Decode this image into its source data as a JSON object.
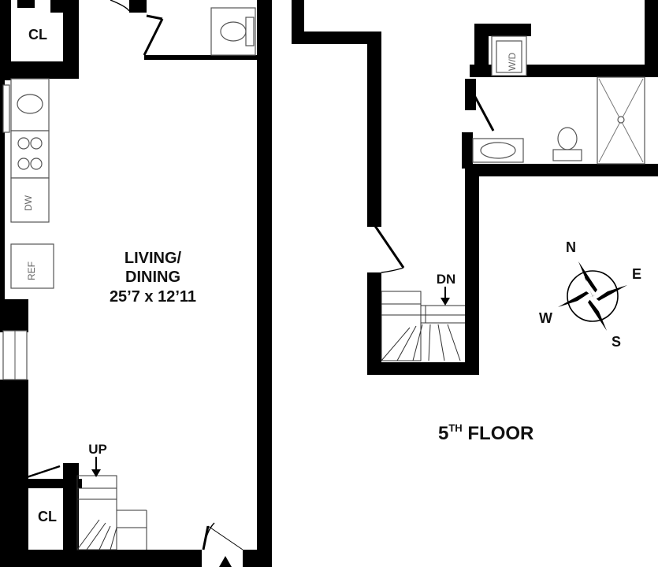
{
  "plan": {
    "floor_label": {
      "base": "5",
      "sup": "TH",
      "rest": " FLOOR"
    },
    "rooms": {
      "living_dining": {
        "name_line1": "LIVING/",
        "name_line2": "DINING",
        "dims": "25’7 x 12’11"
      },
      "closet_top": "CL",
      "closet_bottom": "CL"
    },
    "stairs": {
      "up": "UP",
      "down": "DN"
    },
    "fixtures": {
      "dishwasher": "DW",
      "refrigerator": "REF",
      "washer_dryer": "W/D"
    },
    "compass": {
      "n": "N",
      "e": "E",
      "s": "S",
      "w": "W"
    }
  }
}
